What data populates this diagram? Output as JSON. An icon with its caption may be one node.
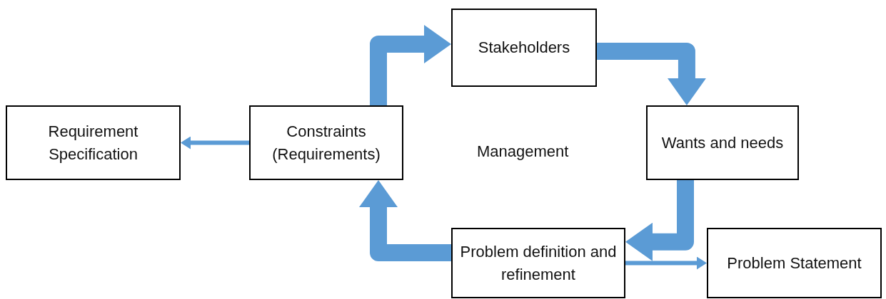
{
  "diagram": {
    "nodes": [
      {
        "text": [
          "Requirement Specification"
        ]
      },
      {
        "text": [
          "Constraints (Requirements)"
        ]
      },
      {
        "text": [
          "Stakeholders"
        ]
      },
      {
        "text": [
          "Wants and needs"
        ]
      },
      {
        "text": [
          "Problem definition and refinement"
        ]
      },
      {
        "text": [
          "Problem Statement"
        ]
      }
    ],
    "edges": [
      {
        "from": 1,
        "to": 0,
        "arrow": "to"
      },
      {
        "from": 1,
        "to": 2,
        "arrow": "to"
      },
      {
        "from": 2,
        "to": 3,
        "arrow": "to"
      },
      {
        "from": 3,
        "to": 4,
        "arrow": "to"
      },
      {
        "from": 4,
        "to": 1,
        "arrow": "to"
      },
      {
        "from": 4,
        "to": 5,
        "arrow": "to"
      }
    ],
    "labels": [
      "Management"
    ]
  }
}
